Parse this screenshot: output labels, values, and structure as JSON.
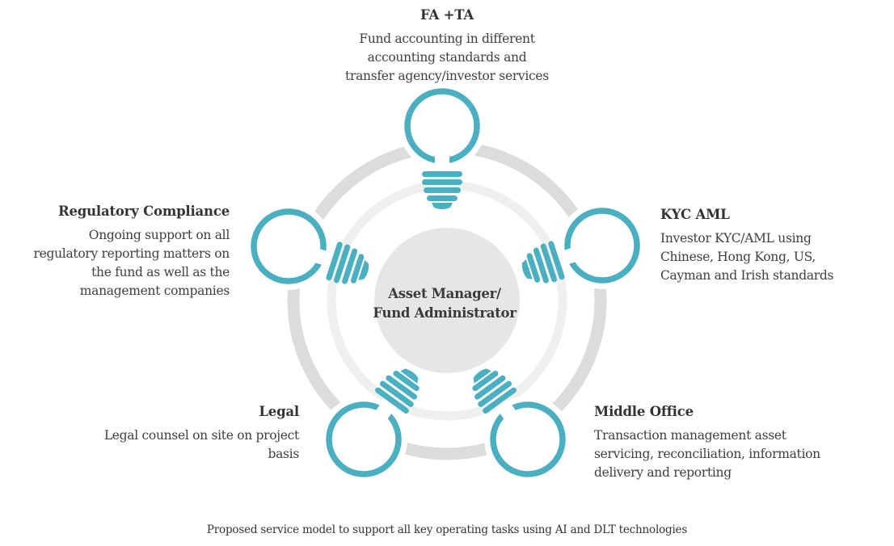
{
  "center": {
    "line1": "Asset Manager/",
    "line2": "Fund Administrator"
  },
  "nodes": {
    "fa_ta": {
      "title": "FA +TA",
      "lines": [
        "Fund accounting in different",
        "accounting standards and",
        "transfer agency/investor services"
      ]
    },
    "kyc_aml": {
      "title": "KYC AML",
      "lines": [
        "Investor KYC/AML using",
        "Chinese, Hong Kong, US,",
        "Cayman and Irish standards"
      ]
    },
    "middle_office": {
      "title": "Middle Office",
      "lines": [
        "Transaction management asset",
        "servicing, reconciliation, information",
        "delivery and reporting"
      ]
    },
    "legal": {
      "title": "Legal",
      "lines": [
        "Legal counsel on site on project",
        "basis"
      ]
    },
    "regulatory": {
      "title": "Regulatory Compliance",
      "lines": [
        "Ongoing support on all",
        "regulatory reporting matters on",
        "the fund as well as the",
        "management companies"
      ]
    }
  },
  "caption": "Proposed service model to support all key operating tasks using AI and DLT technologies",
  "colors": {
    "bulb": "#4bafc2",
    "outer_ring": "#dcdcdc",
    "inner_ring": "#efefef",
    "center_disc": "#e6e6e6",
    "text": "#3a3a3a"
  },
  "icons": [
    "lightbulb-icon"
  ]
}
